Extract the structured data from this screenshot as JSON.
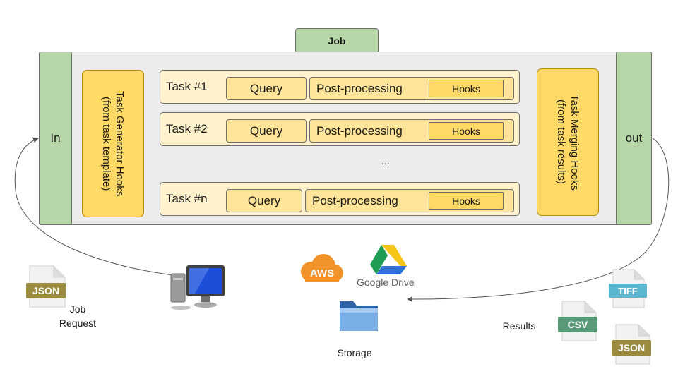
{
  "job": {
    "title": "Job",
    "in_label": "In",
    "out_label": "out"
  },
  "generator": {
    "line1": "Task Generator Hooks",
    "line2": "(from task template)"
  },
  "merger": {
    "line1": "Task Merging Hooks",
    "line2": "(from task results)"
  },
  "tasks": [
    {
      "label": "Task #1",
      "query": "Query",
      "post": "Post-processing",
      "hooks": "Hooks"
    },
    {
      "label": "Task #2",
      "query": "Query",
      "post": "Post-processing",
      "hooks": "Hooks"
    },
    {
      "label": "Task #n",
      "query": "Query",
      "post": "Post-processing",
      "hooks": "Hooks"
    }
  ],
  "ellipsis": "...",
  "job_request": {
    "icon_text": "JSON",
    "line1": "Job",
    "line2": "Request"
  },
  "storage": {
    "aws_text": "AWS",
    "gdrive_text": "Google Drive",
    "label": "Storage"
  },
  "results": {
    "label": "Results",
    "files": [
      {
        "text": "TIFF"
      },
      {
        "text": "CSV"
      },
      {
        "text": "JSON"
      }
    ]
  },
  "colors": {
    "job_green": "#b7d7a8",
    "hooks_yellow": "#ffd966",
    "task_bg": "#fff2cc",
    "inner_bg": "#ffe599",
    "arrow_orange": "#f6a21d",
    "aws_orange": "#f0932b"
  }
}
